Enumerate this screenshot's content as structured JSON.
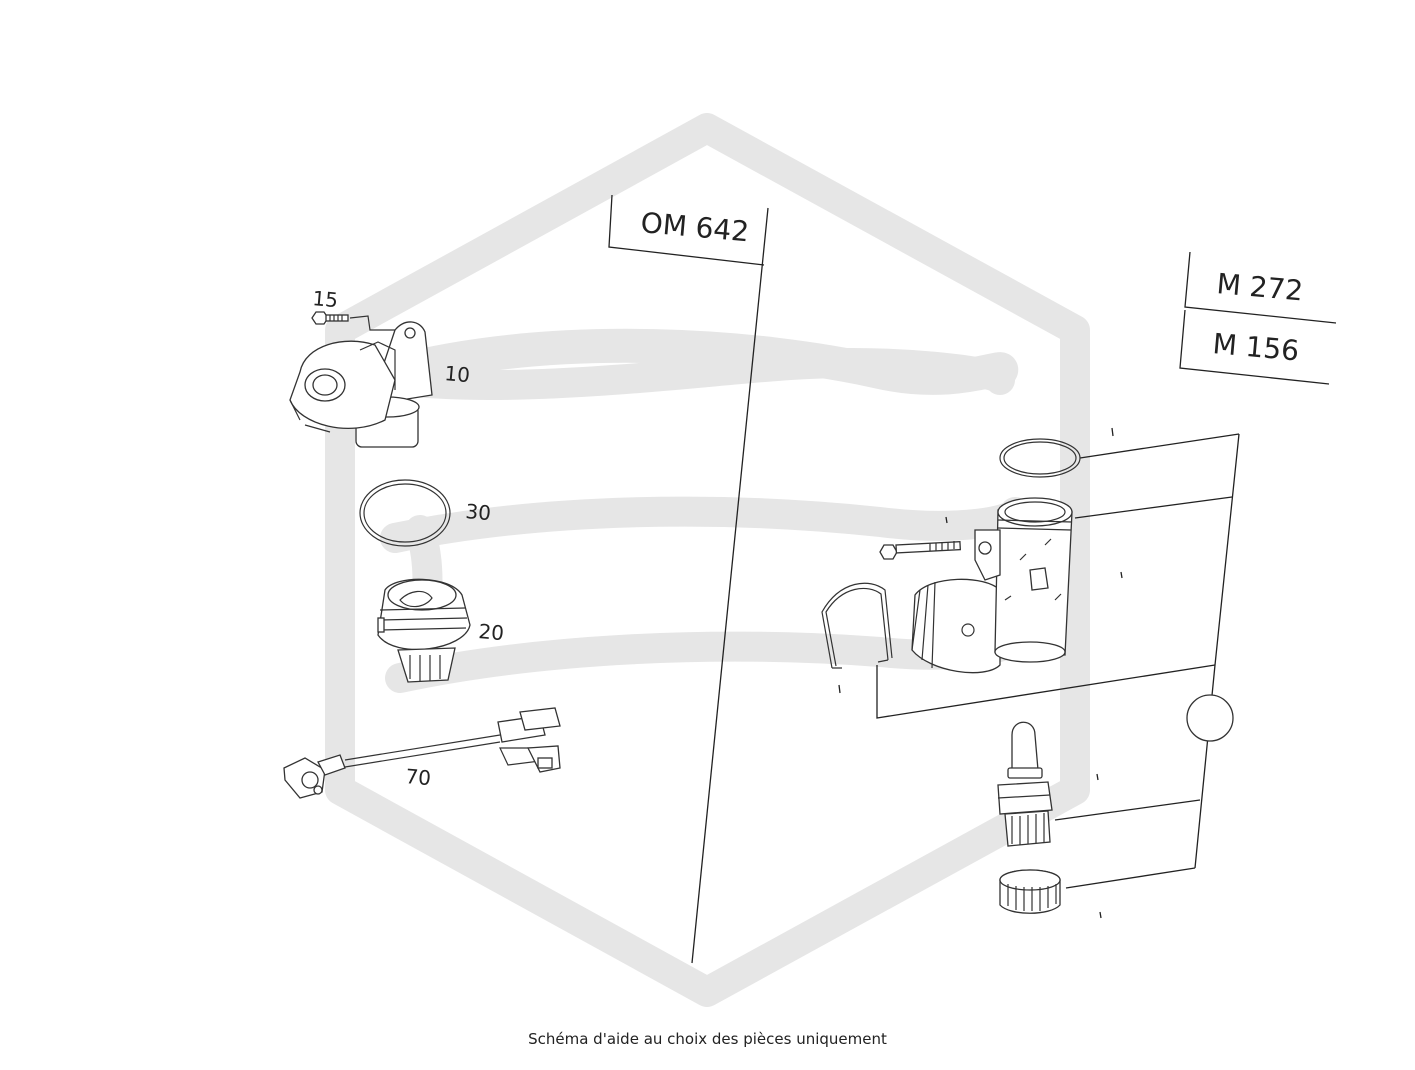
{
  "engine_labels": {
    "om642": "OM 642",
    "m272": "M 272",
    "m156": "M 156"
  },
  "part_numbers": {
    "p15": "15",
    "p10": "10",
    "p30": "30",
    "p20": "20",
    "p70": "70"
  },
  "caption": "Schéma d'aide au choix des pièces uniquement",
  "colors": {
    "watermark": "#e6e6e6",
    "line": "#222222"
  },
  "watermark_icon": "hexagon-logo-watermark"
}
